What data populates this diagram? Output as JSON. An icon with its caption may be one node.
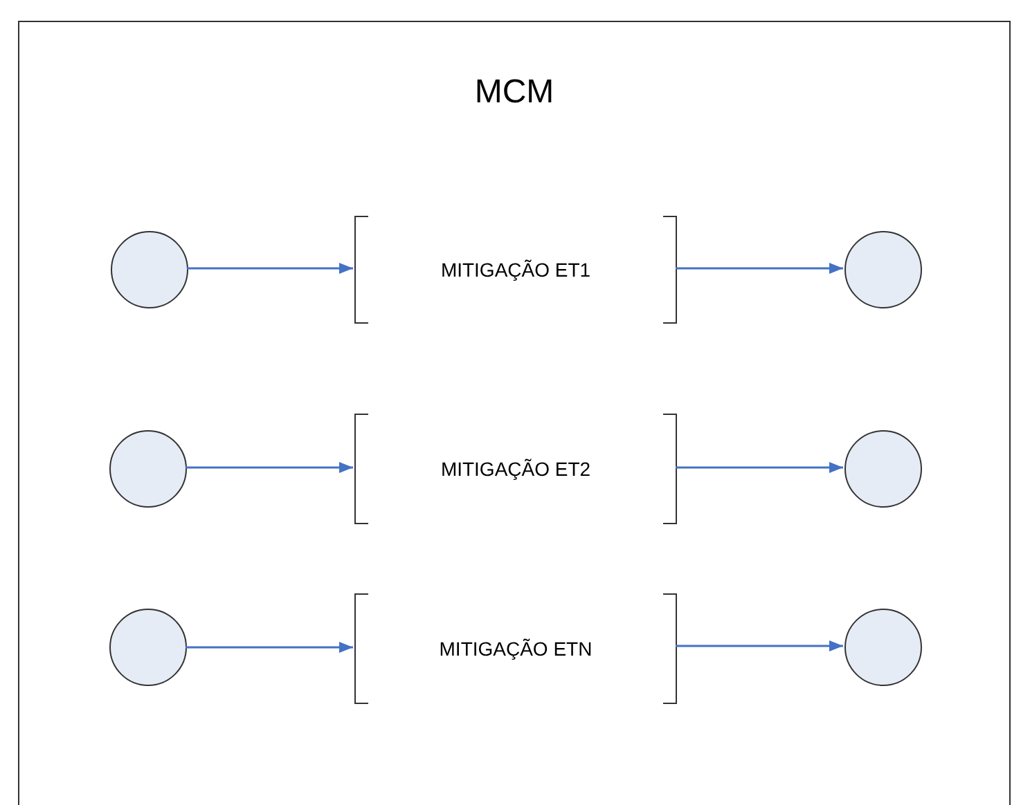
{
  "diagram": {
    "nodes": [
      {
        "text": [
          "MCM"
        ]
      },
      {
        "text": [],
        "shape": "circle",
        "in": 0
      },
      {
        "text": [
          "MITIGAÇÃO ET1"
        ],
        "in": 0
      },
      {
        "text": [],
        "shape": "circle",
        "in": 0
      },
      {
        "text": [],
        "shape": "circle",
        "in": 0
      },
      {
        "text": [
          "MITIGAÇÃO ET2"
        ],
        "in": 0
      },
      {
        "text": [],
        "shape": "circle",
        "in": 0
      },
      {
        "text": [],
        "shape": "circle",
        "in": 0
      },
      {
        "text": [
          "MITIGAÇÃO ETN"
        ],
        "in": 0
      },
      {
        "text": [],
        "shape": "circle",
        "in": 0
      }
    ],
    "edges": [
      {
        "from": 1,
        "to": 2,
        "arrow": "to"
      },
      {
        "from": 2,
        "to": 3,
        "arrow": "to"
      },
      {
        "from": 4,
        "to": 5,
        "arrow": "to"
      },
      {
        "from": 5,
        "to": 6,
        "arrow": "to"
      },
      {
        "from": 7,
        "to": 8,
        "arrow": "to"
      },
      {
        "from": 8,
        "to": 9,
        "arrow": "to"
      }
    ]
  }
}
